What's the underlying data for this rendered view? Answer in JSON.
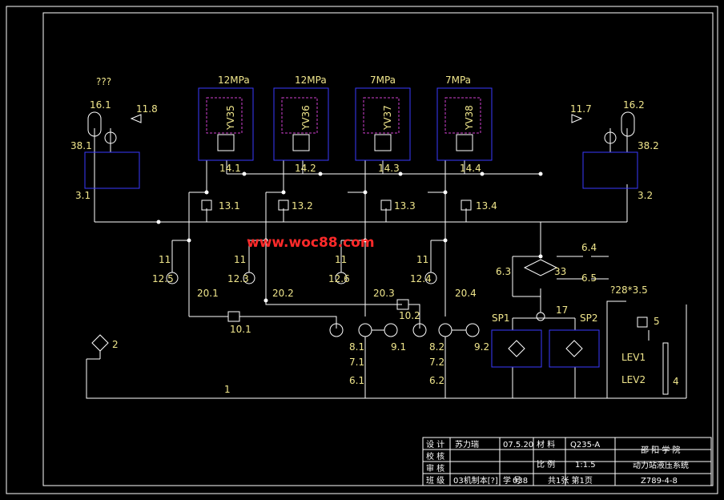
{
  "labels": {
    "unknown": "???",
    "acc_left": "16.1",
    "acc_right": "16.2",
    "check_left": "11.8",
    "check_right": "11.7",
    "block_left": "38.1",
    "block_right": "38.2",
    "valve_left": "3.1",
    "valve_right": "3.2",
    "pressures": [
      "12MPa",
      "12MPa",
      "7MPa",
      "7MPa"
    ],
    "solenoids": [
      "YV35",
      "YV36",
      "YV37",
      "YV38"
    ],
    "outlets": [
      "14.1",
      "14.2",
      "14.3",
      "14.4"
    ],
    "relief": [
      "13.1",
      "13.2",
      "13.3",
      "13.4"
    ],
    "needle": [
      "11",
      "11",
      "11",
      "11"
    ],
    "gauges": [
      "12.5",
      "12.3",
      "12.6",
      "12.4"
    ],
    "branches": [
      "20.1",
      "20.2",
      "20.3",
      "20.4"
    ],
    "filter_a": "10.1",
    "filter_b": "10.2",
    "pumps": [
      "8.1",
      "8.2"
    ],
    "motors": [
      "9.1",
      "9.2"
    ],
    "suction": [
      "7.1",
      "7.2"
    ],
    "ball": [
      "6.1",
      "6.2"
    ],
    "cooler": "33",
    "cooler_valve": "6.3",
    "water_in": "6.4",
    "water_out": "6.5",
    "manifold": "17",
    "sp1": "SP1",
    "sp2": "SP2",
    "tank_note": "?28*3.5",
    "breather_num": "5",
    "lev1": "LEV1",
    "lev2": "LEV2",
    "tank": "4",
    "air_filter": "2",
    "pipe": "1"
  },
  "watermark": "www.woc88.com",
  "title_block": {
    "design_label": "设 计",
    "design_name": "苏力瑞",
    "design_date": "07.5.20",
    "check_label": "校 核",
    "review_label": "审 核",
    "class_label": "班 级",
    "class_value": "03机制本[?]",
    "id_label": "学 号",
    "id_value": "038",
    "material_label": "材 料",
    "material_value": "Q235-A",
    "scale_label": "比 例",
    "scale_value": "1:1.5",
    "sheets": "共1张 第1页",
    "school": "邵 阳 学 院",
    "drawing_title": "动力站液压系统",
    "drawing_no": "Z789-4-8"
  }
}
